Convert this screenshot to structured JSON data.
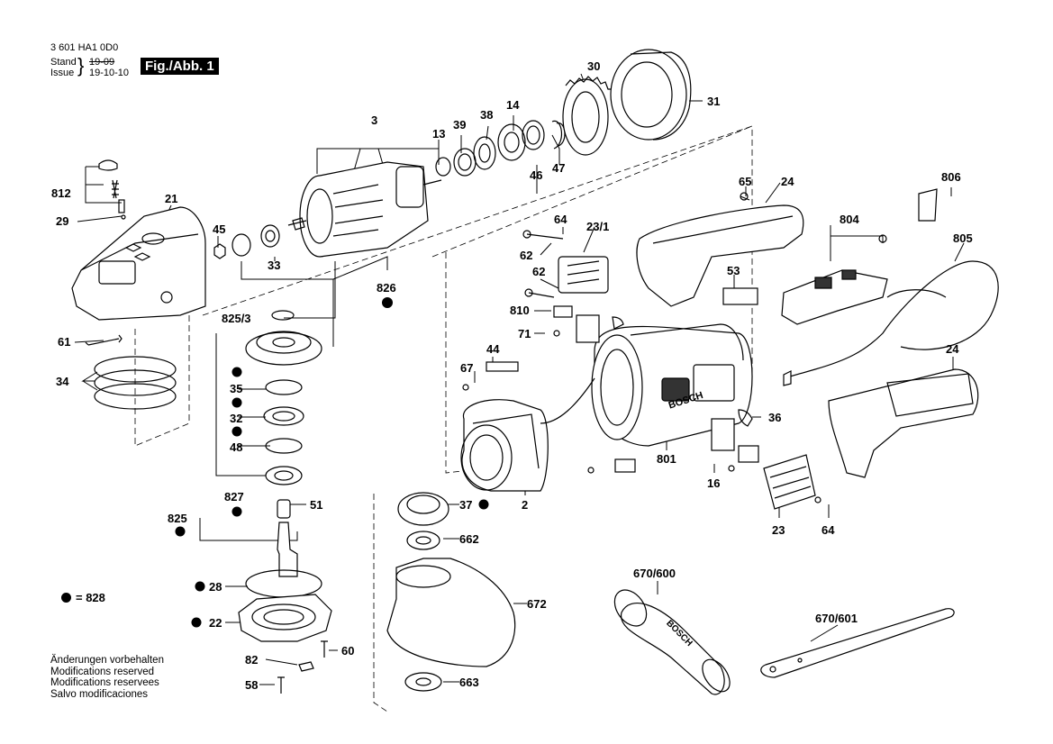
{
  "header": {
    "doc_number": "3 601 HA1 0D0",
    "stand_label": "Stand",
    "issue_label": "Issue",
    "old_date": "19-09",
    "new_date": "19-10-10",
    "figure_label": "Fig./Abb. 1"
  },
  "legend": {
    "symbol": "●",
    "text": "= 828"
  },
  "notes": [
    "Änderungen vorbehalten",
    "Modifications reserved",
    "Modifications reservees",
    "Salvo modificaciones"
  ],
  "housing_logo": "BOSCH",
  "parts": [
    {
      "id": "p3",
      "label": "3"
    },
    {
      "id": "p13",
      "label": "13"
    },
    {
      "id": "p39",
      "label": "39"
    },
    {
      "id": "p38",
      "label": "38"
    },
    {
      "id": "p14",
      "label": "14"
    },
    {
      "id": "p30",
      "label": "30"
    },
    {
      "id": "p31",
      "label": "31"
    },
    {
      "id": "p46",
      "label": "46"
    },
    {
      "id": "p47",
      "label": "47"
    },
    {
      "id": "p812",
      "label": "812"
    },
    {
      "id": "p29",
      "label": "29"
    },
    {
      "id": "p21",
      "label": "21"
    },
    {
      "id": "p45",
      "label": "45"
    },
    {
      "id": "p33",
      "label": "33"
    },
    {
      "id": "p826",
      "label": "826"
    },
    {
      "id": "p8253",
      "label": "825/3"
    },
    {
      "id": "p61",
      "label": "61"
    },
    {
      "id": "p34",
      "label": "34"
    },
    {
      "id": "p35",
      "label": "35"
    },
    {
      "id": "p32",
      "label": "32"
    },
    {
      "id": "p48",
      "label": "48"
    },
    {
      "id": "p827",
      "label": "827"
    },
    {
      "id": "p51",
      "label": "51"
    },
    {
      "id": "p825",
      "label": "825"
    },
    {
      "id": "p28",
      "label": "28"
    },
    {
      "id": "p22",
      "label": "22"
    },
    {
      "id": "p60",
      "label": "60"
    },
    {
      "id": "p82",
      "label": "82"
    },
    {
      "id": "p58",
      "label": "58"
    },
    {
      "id": "p65",
      "label": "65"
    },
    {
      "id": "p24a",
      "label": "24"
    },
    {
      "id": "p806",
      "label": "806"
    },
    {
      "id": "p64a",
      "label": "64"
    },
    {
      "id": "p231",
      "label": "23/1"
    },
    {
      "id": "p804",
      "label": "804"
    },
    {
      "id": "p805",
      "label": "805"
    },
    {
      "id": "p62a",
      "label": "62"
    },
    {
      "id": "p62b",
      "label": "62"
    },
    {
      "id": "p53",
      "label": "53"
    },
    {
      "id": "p810",
      "label": "810"
    },
    {
      "id": "p71",
      "label": "71"
    },
    {
      "id": "p44",
      "label": "44"
    },
    {
      "id": "p67",
      "label": "67"
    },
    {
      "id": "p24b",
      "label": "24"
    },
    {
      "id": "p36",
      "label": "36"
    },
    {
      "id": "p801",
      "label": "801"
    },
    {
      "id": "p2",
      "label": "2"
    },
    {
      "id": "p16",
      "label": "16"
    },
    {
      "id": "p23",
      "label": "23"
    },
    {
      "id": "p64b",
      "label": "64"
    },
    {
      "id": "p37",
      "label": "37"
    },
    {
      "id": "p662",
      "label": "662"
    },
    {
      "id": "p672",
      "label": "672"
    },
    {
      "id": "p663",
      "label": "663"
    },
    {
      "id": "p670600",
      "label": "670/600"
    },
    {
      "id": "p670601",
      "label": "670/601"
    }
  ]
}
